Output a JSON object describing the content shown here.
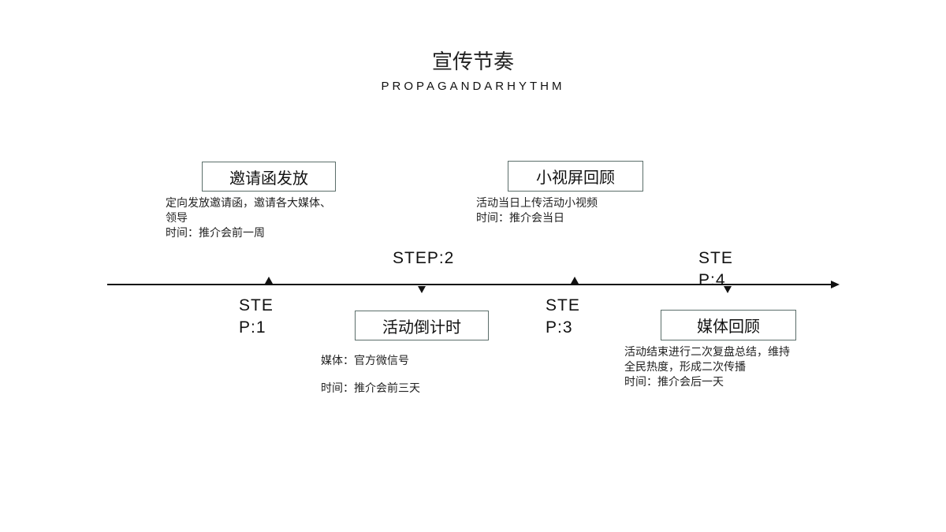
{
  "title": "宣传节奏",
  "subtitle": "PROPAGANDARHYTHM",
  "steps": [
    {
      "step_label": "STEP:1",
      "box_label": "邀请函发放",
      "desc_lines": [
        "定向发放邀请函，邀请各大媒体、",
        "领导",
        "时间：推介会前一周"
      ]
    },
    {
      "step_label": "STEP:2",
      "box_label": "活动倒计时",
      "desc_lines": [
        "媒体：官方微信号",
        "时间：推介会前三天"
      ]
    },
    {
      "step_label": "STEP:3",
      "box_label": "小视屏回顾",
      "desc_lines": [
        "活动当日上传活动小视频",
        "时间：推介会当日"
      ]
    },
    {
      "step_label": "STEP:4",
      "box_label": "媒体回顾",
      "desc_lines": [
        "活动结束进行二次复盘总结，维持",
        "全民热度，形成二次传播",
        "时间：推介会后一天"
      ]
    }
  ]
}
